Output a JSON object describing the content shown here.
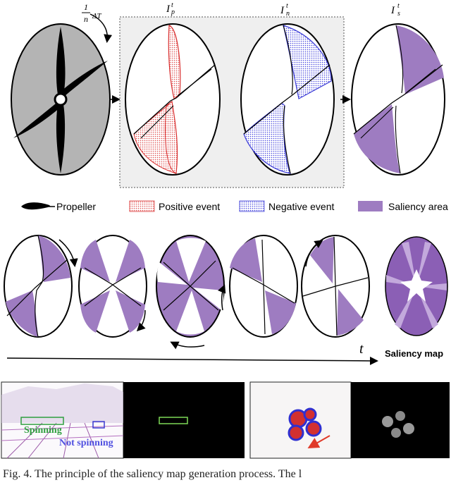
{
  "labels": {
    "period_num": "1",
    "period_den": "n",
    "period_delta": "ΔT",
    "ip": "I",
    "ip_sup": "t",
    "ip_sub": "p",
    "in": "I",
    "in_sup": "t",
    "in_sub": "n",
    "is": "I",
    "is_sup": "t",
    "is_sub": "s",
    "time_axis": "t"
  },
  "legend": {
    "propeller": "Propeller",
    "positive": "Positive event",
    "negative": "Negative event",
    "saliency": "Saliency area"
  },
  "saliency_map_label": "Saliency map",
  "photos": {
    "spinning": "Spinning",
    "not_spinning": "Not spinning"
  },
  "caption": "Fig. 4.  The principle of the saliency map generation process. The l",
  "colors": {
    "purple": "#9e7cc1",
    "red": "#d93030",
    "blue": "#3b3bd6",
    "gray": "#b4b4b4"
  }
}
